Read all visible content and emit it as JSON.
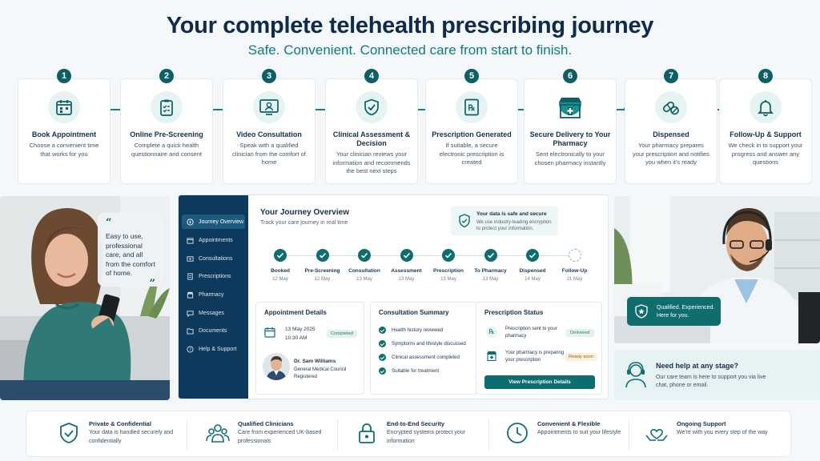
{
  "header": {
    "title": "Your complete telehealth prescribing journey",
    "subtitle": "Safe. Convenient. Connected care from start to finish."
  },
  "steps": [
    {
      "num": "1",
      "title": "Book Appointment",
      "desc": "Choose a convenient time that works for you",
      "icon": "calendar-icon"
    },
    {
      "num": "2",
      "title": "Online Pre-Screening",
      "desc": "Complete a quick health questionnaire and consent",
      "icon": "clipboard-icon"
    },
    {
      "num": "3",
      "title": "Video Consultation",
      "desc": "Speak with a qualified clinician from the comfort of home",
      "icon": "video-call-icon"
    },
    {
      "num": "4",
      "title": "Clinical Assessment & Decision",
      "desc": "Your clinician reviews your information and recommends the best next steps",
      "icon": "shield-check-icon"
    },
    {
      "num": "5",
      "title": "Prescription Generated",
      "desc": "If suitable, a secure electronic prescription is created",
      "icon": "prescription-icon"
    },
    {
      "num": "6",
      "title": "Secure Delivery to Your Pharmacy",
      "desc": "Sent electronically to your chosen pharmacy instantly",
      "icon": "pharmacy-icon"
    },
    {
      "num": "7",
      "title": "Dispensed",
      "desc": "Your pharmacy prepares your prescription and notifies you when it's ready",
      "icon": "pills-icon"
    },
    {
      "num": "8",
      "title": "Follow-Up & Support",
      "desc": "We check in to support your progress and answer any questions",
      "icon": "bell-icon"
    }
  ],
  "testimonial": {
    "open_quote": "“",
    "text": "Easy to use, professional care, and all from the comfort of home.",
    "close_quote": "”"
  },
  "dashboard": {
    "sidebar": [
      {
        "label": "Journey Overview",
        "active": true
      },
      {
        "label": "Appointments"
      },
      {
        "label": "Consultations"
      },
      {
        "label": "Prescriptions"
      },
      {
        "label": "Pharmacy"
      },
      {
        "label": "Messages"
      },
      {
        "label": "Documents"
      },
      {
        "label": "Help & Support"
      }
    ],
    "title": "Your Journey Overview",
    "subtitle": "Track your care journey in real time",
    "secure": {
      "title": "Your data is safe and secure",
      "text": "We use industry-leading encryption to protect your information."
    },
    "tracker": [
      {
        "label": "Booked",
        "date": "12 May",
        "done": true
      },
      {
        "label": "Pre-Screening",
        "date": "12 May",
        "done": true
      },
      {
        "label": "Consultation",
        "date": "13 May",
        "done": true
      },
      {
        "label": "Assessment",
        "date": "13 May",
        "done": true
      },
      {
        "label": "Prescription",
        "date": "13 May",
        "done": true
      },
      {
        "label": "To Pharmacy",
        "date": "13 May",
        "done": true
      },
      {
        "label": "Dispensed",
        "date": "14 May",
        "done": true
      },
      {
        "label": "Follow-Up",
        "date": "21 May",
        "done": false
      }
    ],
    "appointment": {
      "title": "Appointment Details",
      "date": "13 May 2025",
      "time": "10:30 AM",
      "status": "Completed",
      "doctor_name": "Dr. Sam Williams",
      "doctor_reg": "General Medical Council Registered"
    },
    "consultation": {
      "title": "Consultation Summary",
      "items": [
        "Health history reviewed",
        "Symptoms and lifestyle discussed",
        "Clinical assessment completed",
        "Suitable for treatment"
      ]
    },
    "prescription": {
      "title": "Prescription Status",
      "row1_text": "Prescription sent to your pharmacy",
      "row1_badge": "Delivered",
      "row2_text": "Your pharmacy is preparing your prescription",
      "row2_badge": "Ready soon",
      "button": "View Prescription Details"
    }
  },
  "clinician_badge": {
    "text": "Qualified. Experienced. Here for you."
  },
  "help": {
    "title": "Need help at any stage?",
    "text": "Our care team is here to support you via live chat, phone or email."
  },
  "features": [
    {
      "title": "Private & Confidential",
      "desc": "Your data is handled securely and confidentially",
      "icon": "shield-icon"
    },
    {
      "title": "Qualified Clinicians",
      "desc": "Care from experienced UK-based professionals",
      "icon": "team-icon"
    },
    {
      "title": "End-to-End Security",
      "desc": "Encrypted systems protect your information",
      "icon": "lock-icon"
    },
    {
      "title": "Convenient & Flexible",
      "desc": "Appointments to suit your lifestyle",
      "icon": "clock-icon"
    },
    {
      "title": "Ongoing Support",
      "desc": "We're with you every step of the way",
      "icon": "heart-hands-icon"
    }
  ],
  "colors": {
    "navy": "#0f2a4a",
    "teal": "#0e6d6e",
    "sidebar": "#0d3a5c",
    "background": "#f4f8fa"
  }
}
